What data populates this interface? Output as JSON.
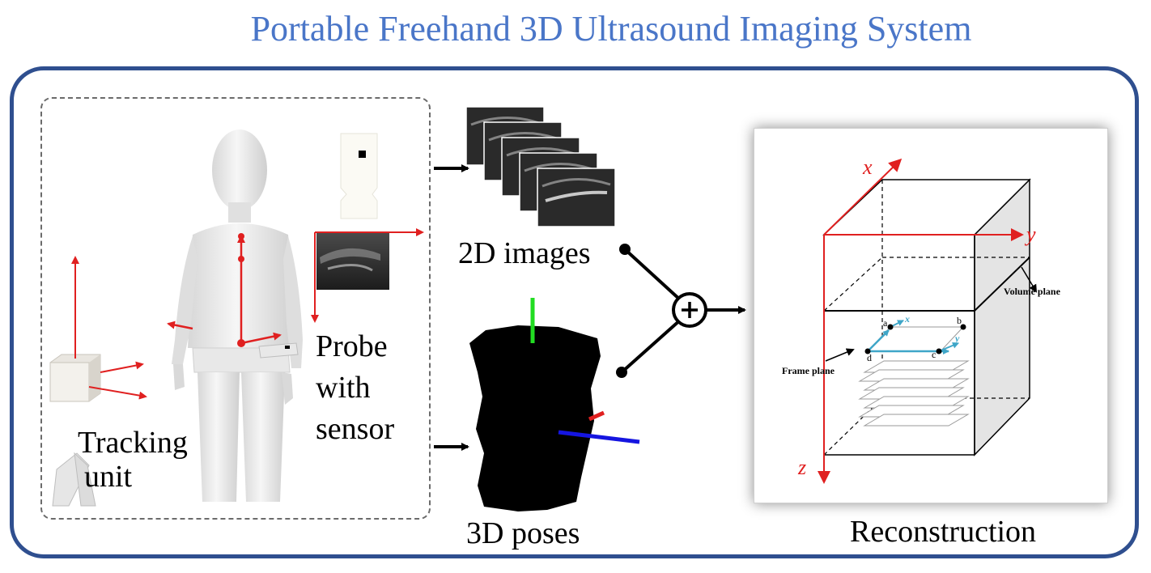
{
  "title": "Portable Freehand 3D Ultrasound Imaging System",
  "labels": {
    "tracking_unit": [
      "Tracking",
      "unit"
    ],
    "probe": [
      "Probe",
      "with",
      "sensor"
    ],
    "images_2d": "2D images",
    "poses_3d": "3D poses",
    "reconstruction": "Reconstruction"
  },
  "reconstruction_diagram": {
    "axes": {
      "x": "x",
      "y": "y",
      "z": "z"
    },
    "volume_plane": "Volume plane",
    "frame_plane": "Frame plane",
    "points": [
      "a",
      "b",
      "c",
      "d"
    ],
    "frame_axes": {
      "x": "x",
      "y": "y"
    }
  },
  "colors": {
    "title": "#4A76C8",
    "frame_border": "#2F4F8F",
    "axis_red": "#E02020",
    "axis_green": "#22DD22",
    "axis_blue": "#1515E0",
    "frame_axis_cyan": "#3fa6c8"
  },
  "icons": [
    "human-figure",
    "tracking-unit",
    "ultrasound-probe",
    "ultrasound-frame-stack",
    "pose-point-cloud",
    "fusion-circle-plus"
  ]
}
